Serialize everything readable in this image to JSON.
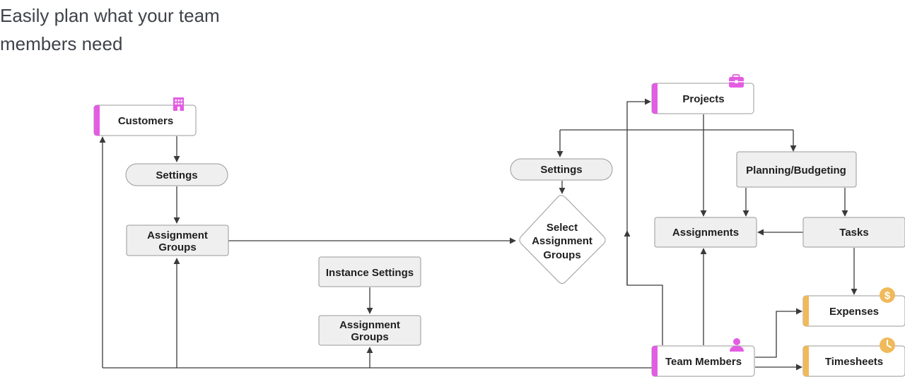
{
  "headline": {
    "line1": "Easily plan what your team",
    "line2": "members need"
  },
  "colors": {
    "accent_pink": "#e35de3",
    "accent_amber": "#f0b95a",
    "node_gray_fill": "#efefef",
    "node_border": "#9a9a9a",
    "connector": "#3a3a3a"
  },
  "nodes": {
    "customers": {
      "label": "Customers",
      "icon": "building-icon"
    },
    "settings_left": {
      "label": "Settings"
    },
    "assignment_groups_left": {
      "line1": "Assignment",
      "line2": "Groups"
    },
    "instance_settings": {
      "label": "Instance Settings"
    },
    "assignment_groups_middle": {
      "line1": "Assignment",
      "line2": "Groups"
    },
    "settings_right": {
      "label": "Settings"
    },
    "select_assignment_groups": {
      "line1": "Select",
      "line2": "Assignment",
      "line3": "Groups"
    },
    "projects": {
      "label": "Projects",
      "icon": "briefcase-icon"
    },
    "planning_budgeting": {
      "label": "Planning/Budgeting"
    },
    "assignments": {
      "label": "Assignments"
    },
    "tasks": {
      "label": "Tasks"
    },
    "expenses": {
      "label": "Expenses",
      "icon": "dollar-coin-icon"
    },
    "timesheets": {
      "label": "Timesheets",
      "icon": "clock-icon"
    },
    "team_members": {
      "label": "Team Members",
      "icon": "person-icon"
    }
  }
}
